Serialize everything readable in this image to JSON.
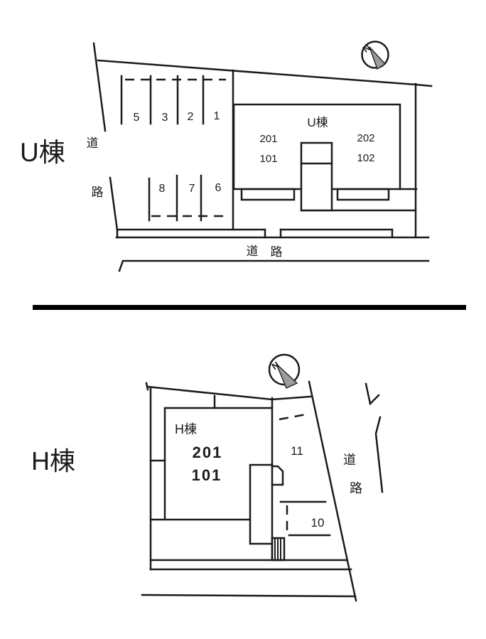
{
  "u_plan": {
    "title": "U棟",
    "compass": {
      "north_label": "N"
    },
    "building": {
      "name": "U棟",
      "unit_left_upper": "201",
      "unit_left_lower": "101",
      "unit_right_upper": "202",
      "unit_right_lower": "102"
    },
    "parking_top": [
      "5",
      "3",
      "2",
      "1"
    ],
    "parking_bottom": [
      "8",
      "7",
      "6"
    ],
    "road_left": {
      "char_1": "道",
      "char_2": "路"
    },
    "road_bottom": {
      "char_1": "道",
      "char_2": "路"
    }
  },
  "h_plan": {
    "title": "H棟",
    "compass": {
      "north_label": "N"
    },
    "building": {
      "name": "H棟",
      "unit_upper": "201",
      "unit_lower": "101"
    },
    "parking": [
      "11",
      "10"
    ],
    "road_right": {
      "char_1": "道",
      "char_2": "路"
    }
  },
  "colors": {
    "line": "#1b1b1b",
    "needle_fill": "#9c9c9c",
    "background": "#ffffff"
  }
}
